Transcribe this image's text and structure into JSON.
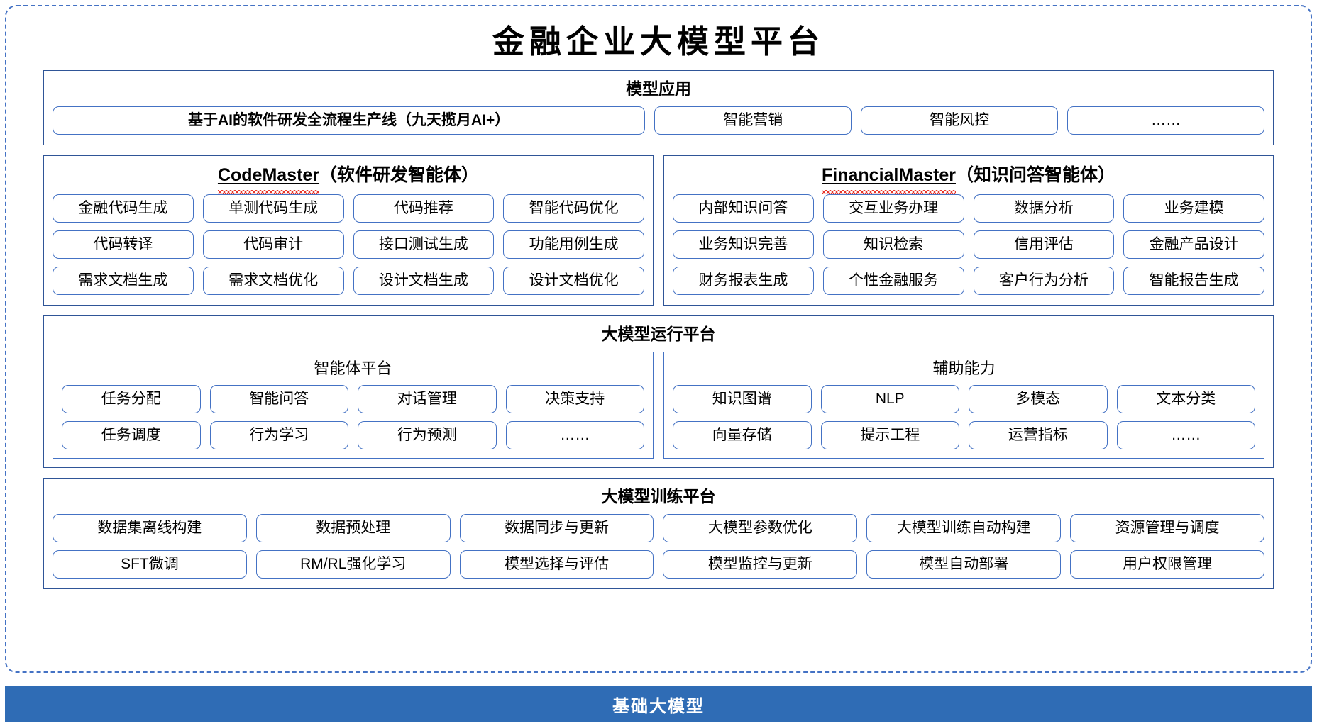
{
  "title": "金融企业大模型平台",
  "sections": {
    "model_application": {
      "title": "模型应用",
      "items": [
        "基于AI的软件研发全流程生产线（九天揽月AI+）",
        "智能营销",
        "智能风控",
        "……"
      ]
    },
    "code_master": {
      "name": "CodeMaster",
      "suffix": "（软件研发智能体）",
      "rows": [
        [
          "金融代码生成",
          "单测代码生成",
          "代码推荐",
          "智能代码优化"
        ],
        [
          "代码转译",
          "代码审计",
          "接口测试生成",
          "功能用例生成"
        ],
        [
          "需求文档生成",
          "需求文档优化",
          "设计文档生成",
          "设计文档优化"
        ]
      ]
    },
    "financial_master": {
      "name": "FinancialMaster",
      "suffix": "（知识问答智能体）",
      "rows": [
        [
          "内部知识问答",
          "交互业务办理",
          "数据分析",
          "业务建模"
        ],
        [
          "业务知识完善",
          "知识检索",
          "信用评估",
          "金融产品设计"
        ],
        [
          "财务报表生成",
          "个性金融服务",
          "客户行为分析",
          "智能报告生成"
        ]
      ]
    },
    "runtime_platform": {
      "title": "大模型运行平台",
      "agent_platform": {
        "title": "智能体平台",
        "rows": [
          [
            "任务分配",
            "智能问答",
            "对话管理",
            "决策支持"
          ],
          [
            "任务调度",
            "行为学习",
            "行为预测",
            "……"
          ]
        ]
      },
      "auxiliary": {
        "title": "辅助能力",
        "rows": [
          [
            "知识图谱",
            "NLP",
            "多模态",
            "文本分类"
          ],
          [
            "向量存储",
            "提示工程",
            "运营指标",
            "……"
          ]
        ]
      }
    },
    "training_platform": {
      "title": "大模型训练平台",
      "rows": [
        [
          "数据集离线构建",
          "数据预处理",
          "数据同步与更新",
          "大模型参数优化",
          "大模型训练自动构建",
          "资源管理与调度"
        ],
        [
          "SFT微调",
          "RM/RL强化学习",
          "模型选择与评估",
          "模型监控与更新",
          "模型自动部署",
          "用户权限管理"
        ]
      ]
    }
  },
  "base_bar": {
    "label": "基础大模型"
  },
  "colors": {
    "border_blue": "#4472c4",
    "panel_blue": "#2f5597",
    "base_bar": "#2f6cb5",
    "spell_red": "#e8342b"
  }
}
